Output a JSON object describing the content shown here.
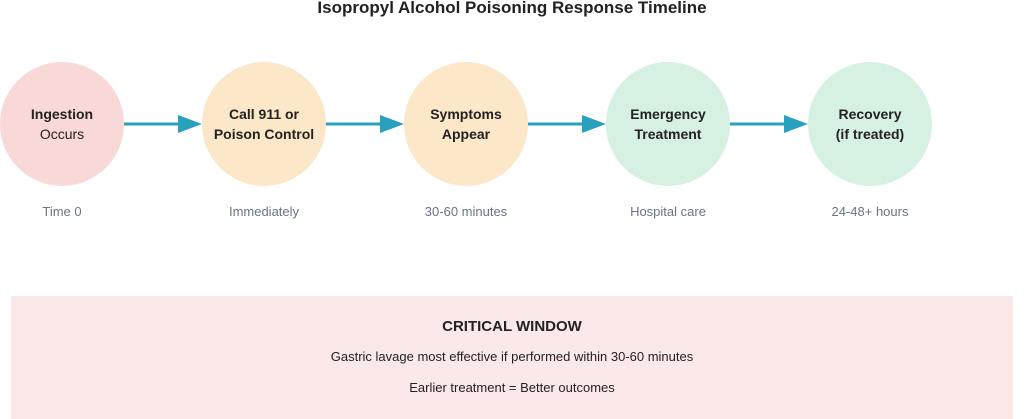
{
  "title": "Isopropyl Alcohol Poisoning Response Timeline",
  "colors": {
    "arrow": "#2aa0bf",
    "red_node": "#f9d9d7",
    "orange_node": "#fce7c9",
    "green_node": "#d6f0e2",
    "panel_bg": "#fbe9e9",
    "caption_text": "#6b7385"
  },
  "steps": [
    {
      "line1": "Ingestion",
      "line2": "Occurs",
      "bold_line2": false,
      "color": "red",
      "caption": "Time 0"
    },
    {
      "line1": "Call 911 or",
      "line2": "Poison Control",
      "bold_line2": true,
      "color": "orange",
      "caption": "Immediately"
    },
    {
      "line1": "Symptoms",
      "line2": "Appear",
      "bold_line2": true,
      "color": "orange",
      "caption": "30-60 minutes"
    },
    {
      "line1": "Emergency",
      "line2": "Treatment",
      "bold_line2": true,
      "color": "green",
      "caption": "Hospital care"
    },
    {
      "line1": "Recovery",
      "line2": "(if treated)",
      "bold_line2": true,
      "color": "green",
      "caption": "24-48+ hours"
    }
  ],
  "critical": {
    "heading": "CRITICAL WINDOW",
    "line1": "Gastric lavage most effective if performed within 30-60 minutes",
    "line2": "Earlier treatment = Better outcomes"
  }
}
